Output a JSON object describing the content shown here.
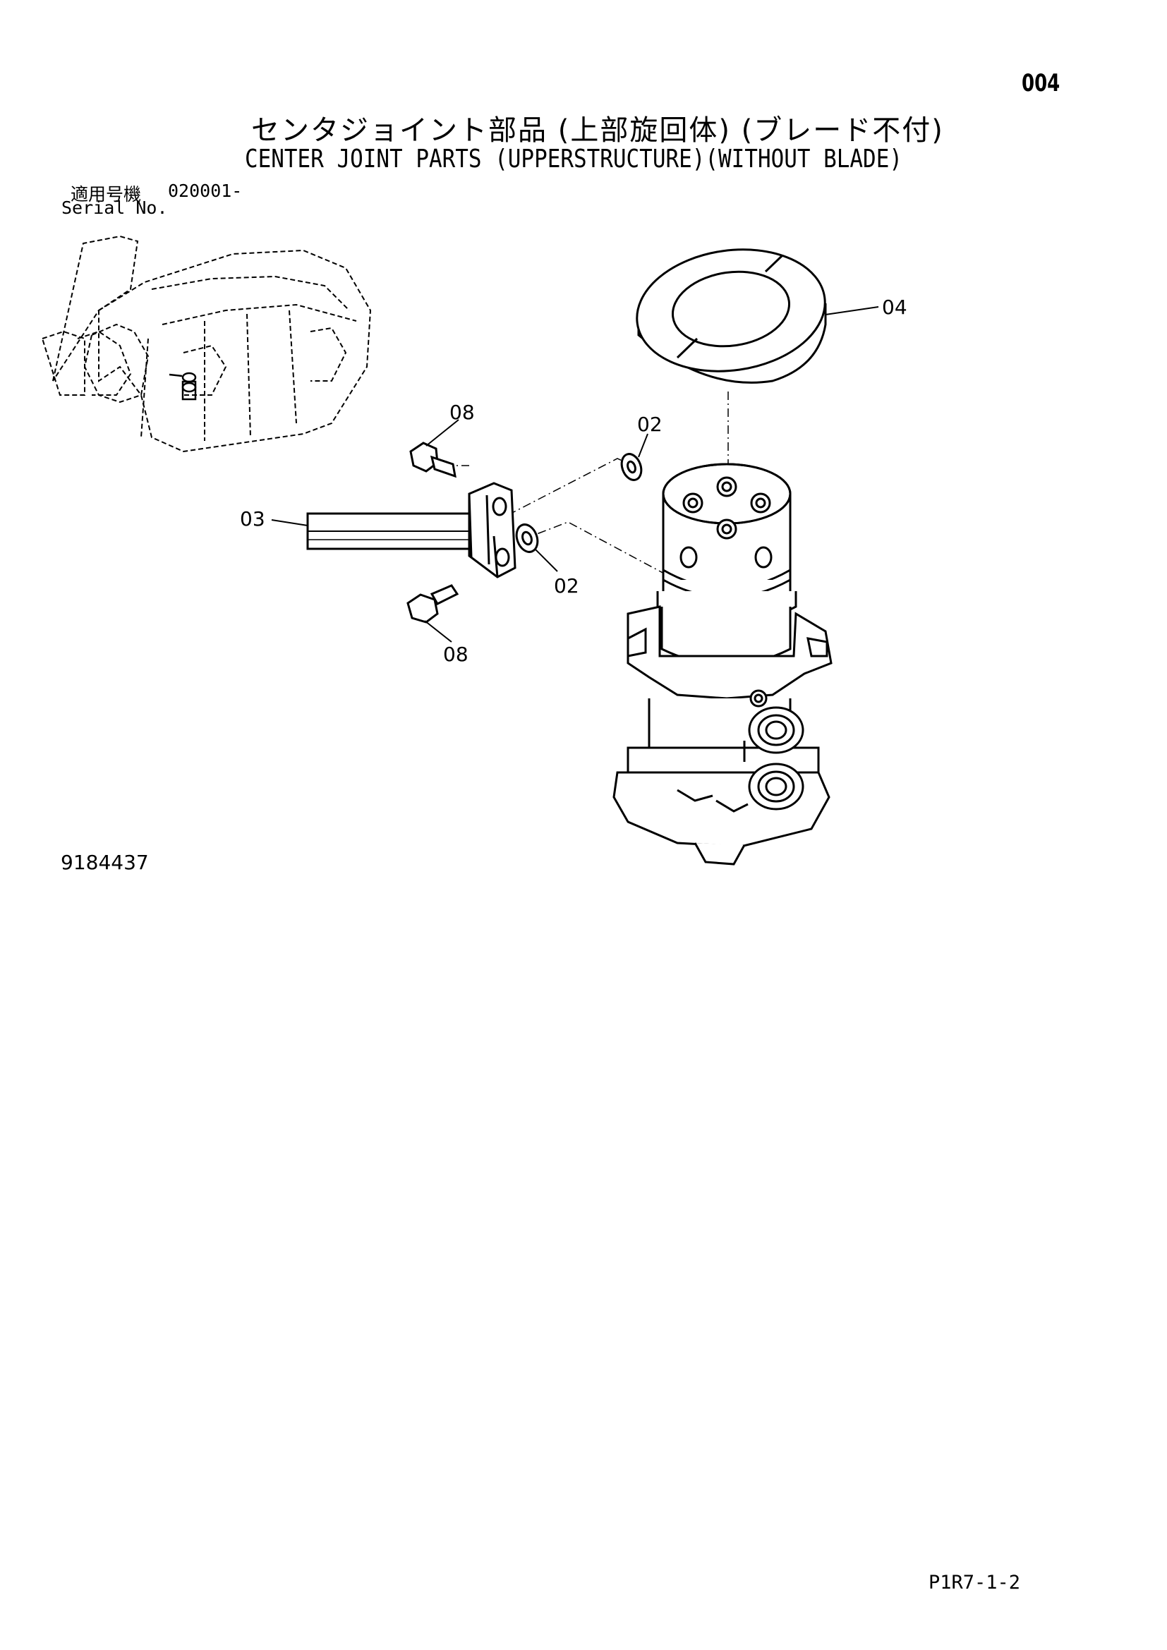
{
  "header": {
    "page_number": "004",
    "title_jp": "センタジョイント部品 (上部旋回体) (ブレード不付)",
    "title_en": "CENTER JOINT PARTS (UPPERSTRUCTURE)(WITHOUT BLADE)"
  },
  "serial": {
    "label_jp": "適用号機",
    "range": "020001-",
    "label_en": "Serial No."
  },
  "callouts": {
    "part_04": "04",
    "part_08_top": "08",
    "part_02_top": "02",
    "part_03": "03",
    "part_02_bottom": "02",
    "part_08_bottom": "08"
  },
  "footer": {
    "drawing_number": "9184437",
    "page_code": "P1R7-1-2"
  }
}
